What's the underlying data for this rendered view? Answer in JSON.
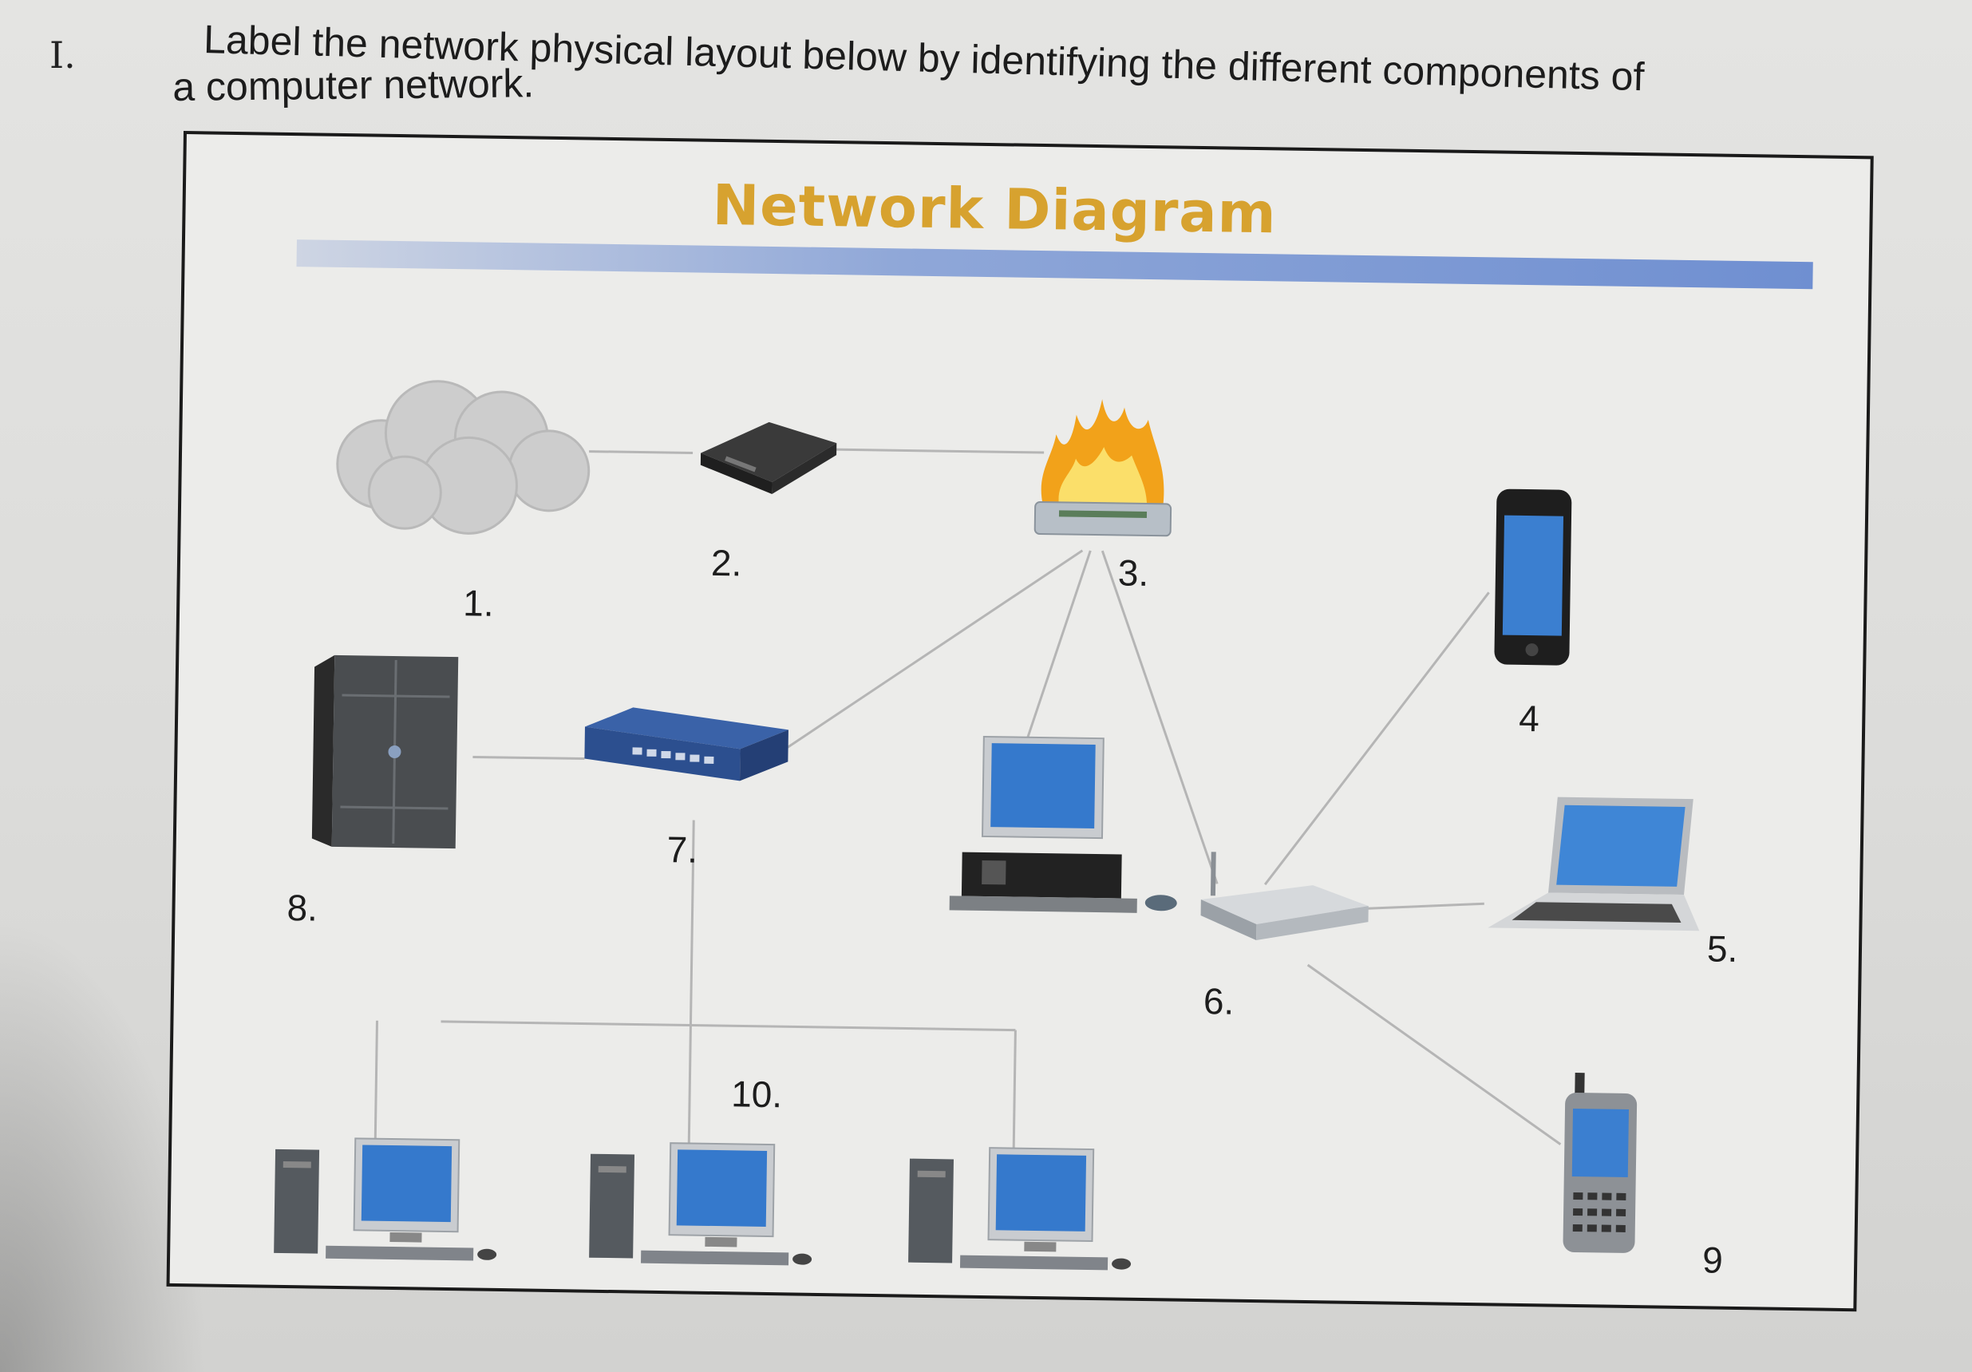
{
  "question": {
    "roman_numeral": "I.",
    "instruction_line1": "Label the network physical layout below by identifying the different components of",
    "instruction_line2": "a computer network."
  },
  "diagram": {
    "title": "Network Diagram",
    "colors": {
      "title": "#d7a22f",
      "title_bar": "#6f8fd1",
      "connection_line": "#b5b5b5",
      "screen_blue": "#2f6fc4",
      "flame": "#f2a21a"
    },
    "labels": {
      "n1": "1.",
      "n2": "2.",
      "n3": "3.",
      "n4": "4",
      "n5": "5.",
      "n6": "6.",
      "n7": "7.",
      "n8": "8.",
      "n9": "9",
      "n10": "10."
    },
    "devices": [
      {
        "id": "cloud",
        "icon": "cloud-icon"
      },
      {
        "id": "modem",
        "icon": "modem-icon"
      },
      {
        "id": "firewall",
        "icon": "firewall-icon"
      },
      {
        "id": "smartphone",
        "icon": "smartphone-icon"
      },
      {
        "id": "laptop",
        "icon": "laptop-icon"
      },
      {
        "id": "wireless-router",
        "icon": "wireless-router-icon"
      },
      {
        "id": "switch",
        "icon": "switch-icon"
      },
      {
        "id": "server",
        "icon": "server-icon"
      },
      {
        "id": "pda-phone",
        "icon": "pda-phone-icon"
      },
      {
        "id": "workstation",
        "icon": "desktop-computer-icon"
      },
      {
        "id": "client-pc",
        "icon": "desktop-computer-icon"
      }
    ]
  }
}
